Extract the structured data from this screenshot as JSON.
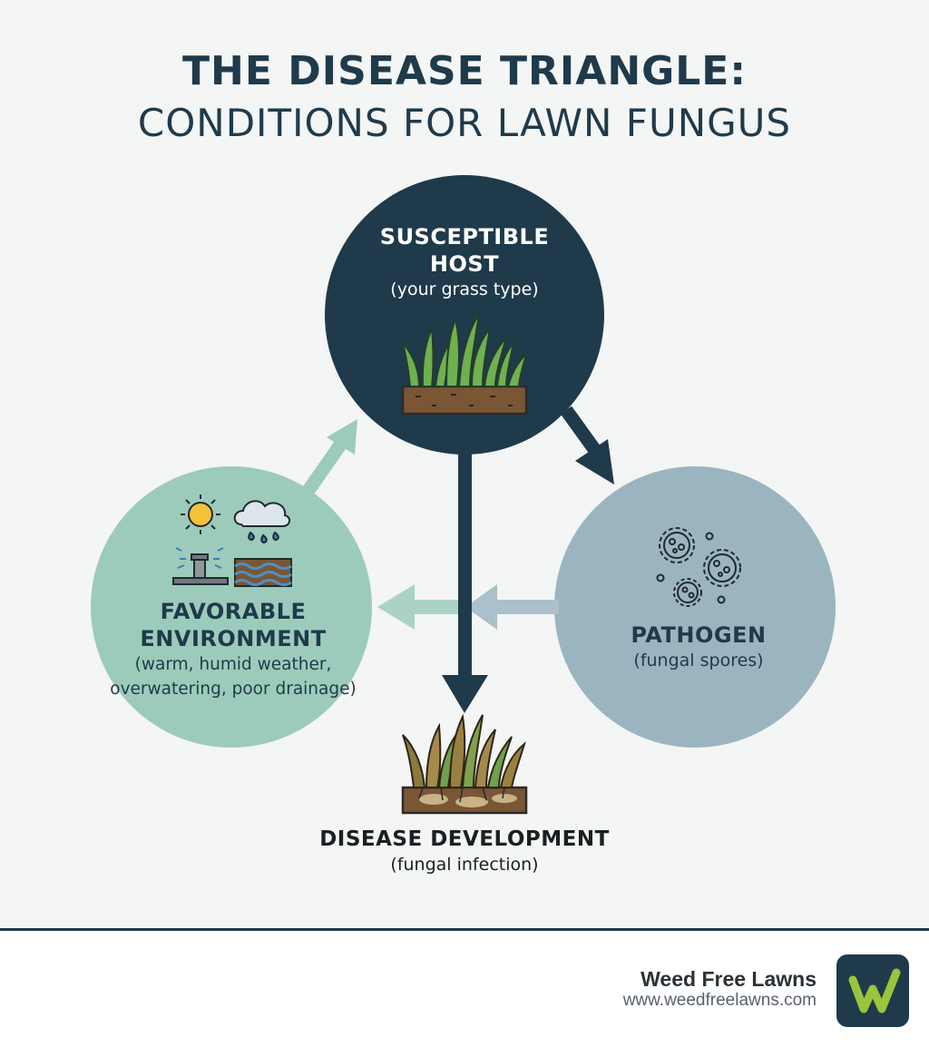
{
  "title": {
    "line1": "THE DISEASE TRIANGLE:",
    "line2": "CONDITIONS FOR LAWN FUNGUS"
  },
  "nodes": {
    "host": {
      "label": "SUSCEPTIBLE HOST",
      "sub": "(your grass type)",
      "color": "#1f3a4b"
    },
    "environment": {
      "label": "FAVORABLE ENVIRONMENT",
      "sub": "(warm, humid weather, overwatering, poor drainage)",
      "color": "#9ccbbb"
    },
    "pathogen": {
      "label": "PATHOGEN",
      "sub": "(fungal spores)",
      "color": "#9bb5c0"
    },
    "disease": {
      "label": "DISEASE DEVELOPMENT",
      "sub": "(fungal infection)"
    }
  },
  "icons": [
    "grass-soil-icon",
    "sun-icon",
    "rain-cloud-icon",
    "sprinkler-icon",
    "water-soil-icon",
    "fungal-spores-icon",
    "diseased-grass-icon",
    "weed-free-lawns-logo-icon"
  ],
  "footer": {
    "brand": "Weed Free Lawns",
    "url": "www.weedfreelawns.com",
    "accent_color": "#9ac43c"
  }
}
